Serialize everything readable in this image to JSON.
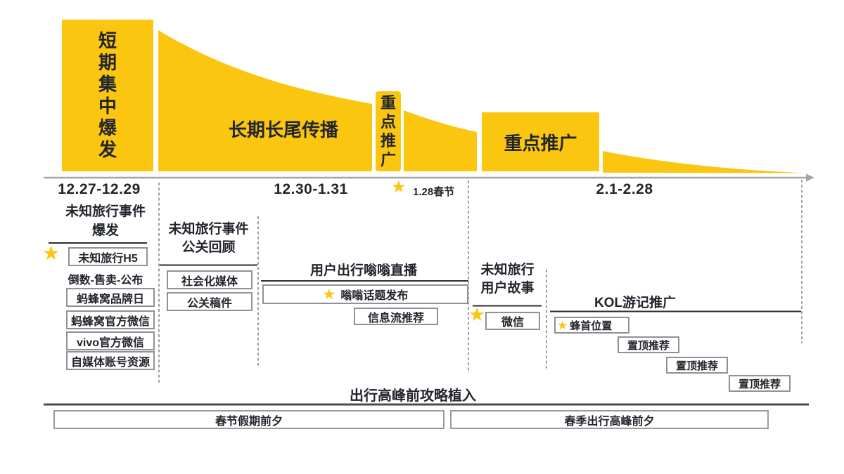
{
  "icons": {
    "star": "★"
  },
  "colors": {
    "brand_yellow": "#fbc60f",
    "text_dark": "#22252c",
    "box_border": "#8f9193",
    "axis_gray": "#a3a3a3",
    "underline_dark": "#2d2d2d"
  },
  "top_banner": {
    "burst_block": "短期集中爆发",
    "longtail_label": "长期长尾传播",
    "focus_tab": "重点推广",
    "focus_block": "重点推广"
  },
  "timeline": {
    "periods": [
      "12.27-12.29",
      "12.30-1.31",
      "2.1-2.28"
    ],
    "festival_label": "1.28春节"
  },
  "columns": {
    "burst_event": {
      "title": "未知旅行事件\n爆发",
      "starred_box": "未知旅行H5",
      "subtitle": "倒数-售卖-公布",
      "boxes": [
        "蚂蜂窝品牌日",
        "蚂蜂窝官方微信",
        "vivo官方微信",
        "自媒体账号资源"
      ]
    },
    "pr_review": {
      "title": "未知旅行事件\n公关回顾",
      "boxes": [
        "社会化媒体",
        "公关稿件"
      ]
    },
    "live": {
      "title": "用户出行嗡嗡直播",
      "starred_box": "嗡嗡话题发布",
      "boxes": [
        "信息流推荐"
      ]
    },
    "stories": {
      "title": "未知旅行\n用户故事",
      "starred_box": "微信"
    },
    "kol": {
      "title": "KOL游记推广",
      "starred_box": "蜂首位置",
      "boxes": [
        "置顶推荐",
        "置顶推荐",
        "置顶推荐"
      ]
    }
  },
  "bottom": {
    "note": "出行高峰前攻略植入",
    "phases": [
      "春节假期前夕",
      "春季出行高峰前夕"
    ]
  }
}
